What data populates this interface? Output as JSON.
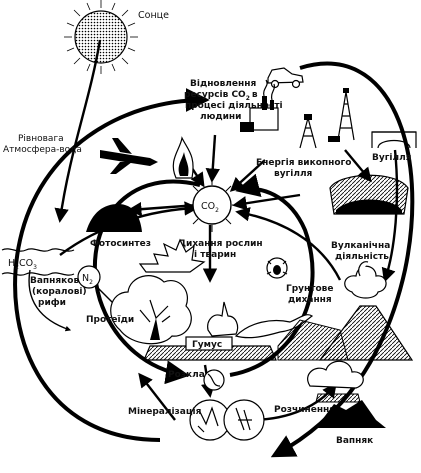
{
  "labels": {
    "sun": "Сонце",
    "co2_resources_1": "Відновлення",
    "co2_resources_2": "ресурсів CO",
    "co2_resources_3": "процесі діяльності",
    "co2_resources_4": "людини",
    "co2_resources_in": "в",
    "balance_1": "Рівновага",
    "balance_2": "Атмосфера-вода",
    "coal_energy_1": "Енергія викопного",
    "coal_energy_2": "вугілля",
    "coal": "Вугілля",
    "co2_center": "CO",
    "photosynthesis": "Фотосинтез",
    "respiration_1": "Дихання рослин",
    "respiration_2": "і тварин",
    "volcanic_1": "Вулканічна",
    "volcanic_2": "діяльність",
    "h2co3": "H",
    "h2co3_rest": "CO",
    "reef_1": "Вапнякові",
    "reef_2": "(коралові)",
    "reef_3": "рифи",
    "n2": "N",
    "soil_resp_1": "Грунтове",
    "soil_resp_2": "дихання",
    "proteins": "Протеїди",
    "humus": "Гумус",
    "decomposition": "Розклад",
    "mineralization": "Мінералізація",
    "dissolution": "Розчинення",
    "limestone": "Вапняк",
    "sub2": "2",
    "sub3": "3"
  },
  "icons": [
    "sun-icon",
    "car-icon",
    "factory-icon",
    "oil-derrick-icon",
    "mine-tower-icon",
    "coal-pile-icon",
    "bridge-icon",
    "airplane-icon",
    "fire-icon",
    "forest-icon",
    "tree-icon",
    "bush-icon",
    "volcano-icon",
    "beetle-icon",
    "rabbit-icon",
    "lizard-icon",
    "sea-waves-icon",
    "sediment-cloud-icon",
    "microbe-icon",
    "cliff-icon"
  ]
}
